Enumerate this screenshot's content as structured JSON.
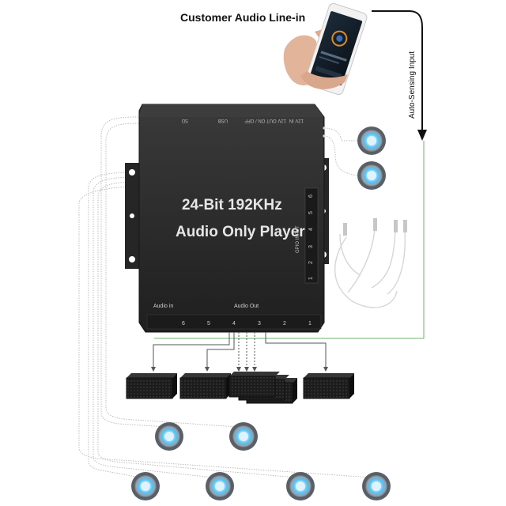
{
  "captions": {
    "line_in": "Customer Audio Line-in",
    "auto_sensing": "Auto-Sensing Input"
  },
  "device": {
    "title_line1": "24-Bit 192KHz",
    "title_line2": "Audio Only Player",
    "top_ports": {
      "sd": "SD",
      "usb": "USB",
      "out_onoff": "12V OUT  ON / OFF",
      "in_12v": "12V IN"
    },
    "gpio_label": "GPIO INPUT",
    "gpio_numbers": [
      "1",
      "2",
      "3",
      "4",
      "5",
      "6"
    ],
    "bottom_labels": {
      "audio_in": "Audio  in",
      "audio_out": "Audio Out"
    },
    "bottom_numbers": [
      "6",
      "5",
      "4",
      "3",
      "2",
      "1"
    ]
  },
  "colors": {
    "device_body": "#2b2b2b",
    "button_ring": "#4fc3f7",
    "speaker": "#1c1c1c",
    "green_wire": "#6db36d"
  }
}
